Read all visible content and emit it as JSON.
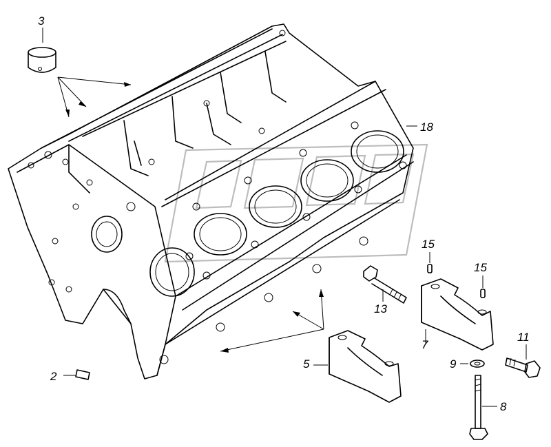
{
  "callouts": {
    "c3": "3",
    "c18": "18",
    "c15a": "15",
    "c15b": "15",
    "c13": "13",
    "c11": "11",
    "c7": "7",
    "c5": "5",
    "c9": "9",
    "c8": "8",
    "c2": "2"
  },
  "colors": {
    "line": "#000000",
    "watermark": "#bdbdbd",
    "background": "#ffffff"
  }
}
